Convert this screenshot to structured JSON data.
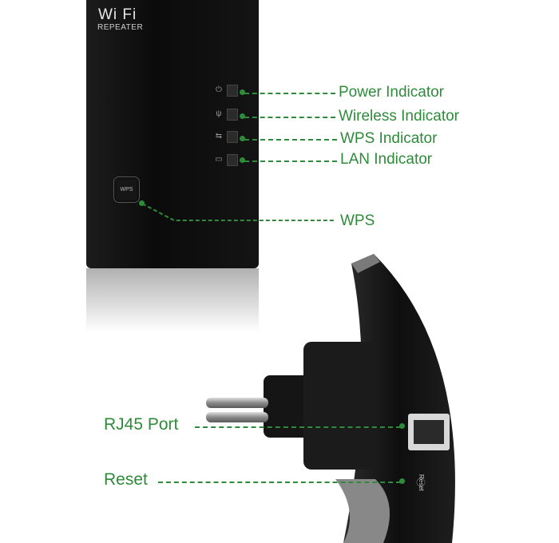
{
  "logo": {
    "wordmark": "Wi Fi",
    "subtitle": "REPEATER"
  },
  "wps_button_text": "WPS",
  "callouts": {
    "power": "Power Indicator",
    "wireless": "Wireless Indicator",
    "wps_indicator": "WPS Indicator",
    "lan": "LAN Indicator",
    "wps_button": "WPS",
    "rj45": "RJ45 Port",
    "reset": "Reset"
  },
  "side_label": "Reset",
  "colors": {
    "callout": "#2e8b3a",
    "device": "#0f0f0f",
    "background": "#ffffff"
  },
  "icons": [
    "power-icon",
    "wireless-icon",
    "wps-icon",
    "lan-icon"
  ]
}
